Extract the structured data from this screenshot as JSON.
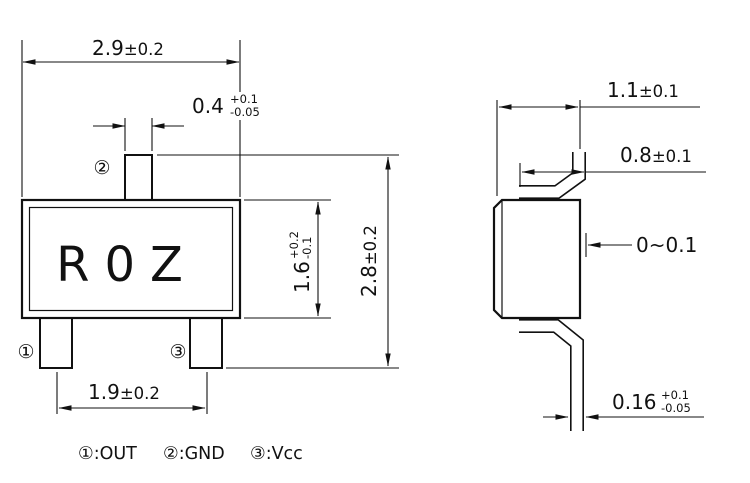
{
  "canvas": {
    "bg": "#ffffff",
    "ink": "#111111"
  },
  "drawing": {
    "marking": "R0Z",
    "front_view": {
      "dim_body_width": {
        "value": "2.9",
        "tol": "±0.2"
      },
      "dim_pin_width": {
        "value": "0.4",
        "tol_plus": "+0.1",
        "tol_minus": "-0.05"
      },
      "dim_body_height": {
        "value": "1.6",
        "tol_plus": "+0.2",
        "tol_minus": "-0.1"
      },
      "dim_overall_height": {
        "value": "2.8",
        "tol": "±0.2"
      },
      "dim_pin_pitch": {
        "value": "1.9",
        "tol": "±0.2"
      },
      "pin1_label": "①",
      "pin2_label": "②",
      "pin3_label": "③"
    },
    "side_view": {
      "dim_width": {
        "value": "1.1",
        "tol": "±0.1"
      },
      "dim_lead": {
        "value": "0.8",
        "tol": "±0.1"
      },
      "dim_standoff": {
        "value": "0~0.1"
      },
      "dim_lead_thickness": {
        "value": "0.16",
        "tol_plus": "+0.1",
        "tol_minus": "-0.05"
      }
    },
    "legend": {
      "pin1": "①:OUT",
      "pin2": "②:GND",
      "pin3": "③:Vcc"
    }
  }
}
